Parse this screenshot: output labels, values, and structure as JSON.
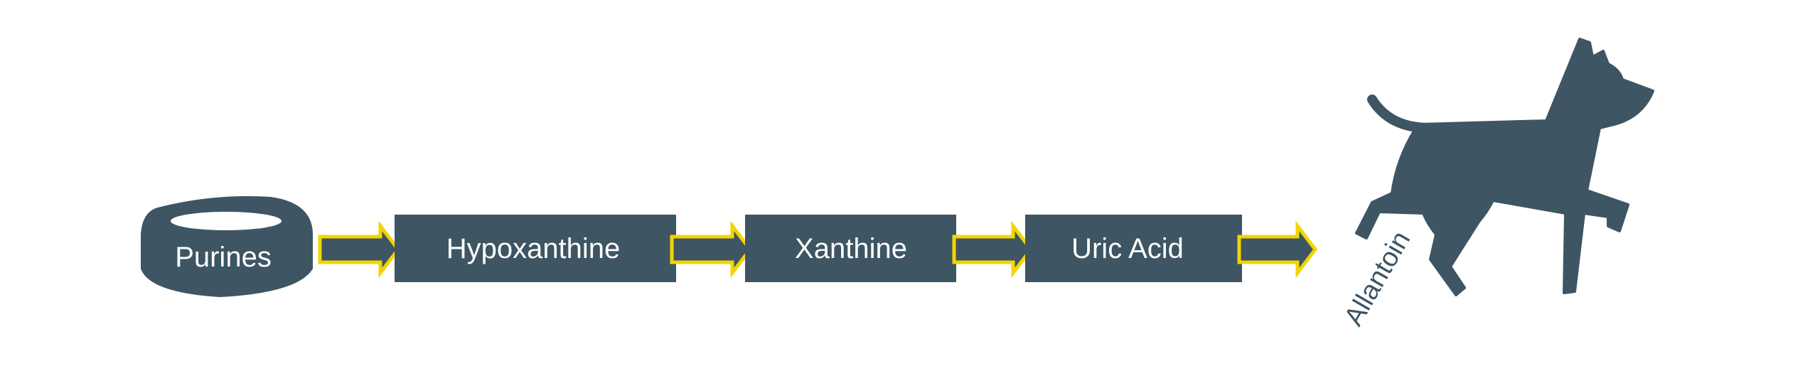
{
  "diagram": {
    "steps": [
      {
        "label": "Purines"
      },
      {
        "label": "Hypoxanthine"
      },
      {
        "label": "Xanthine"
      },
      {
        "label": "Uric Acid"
      }
    ],
    "end_label": "Allantoin",
    "colors": {
      "box_fill": "#3e5563",
      "arrow_fill": "#3e5563",
      "arrow_outline": "#f2d500",
      "text": "#ffffff",
      "end_label": "#3e5563",
      "background": "#ffffff"
    },
    "icons": {
      "start": "food-bowl-icon",
      "end": "dog-icon"
    }
  }
}
